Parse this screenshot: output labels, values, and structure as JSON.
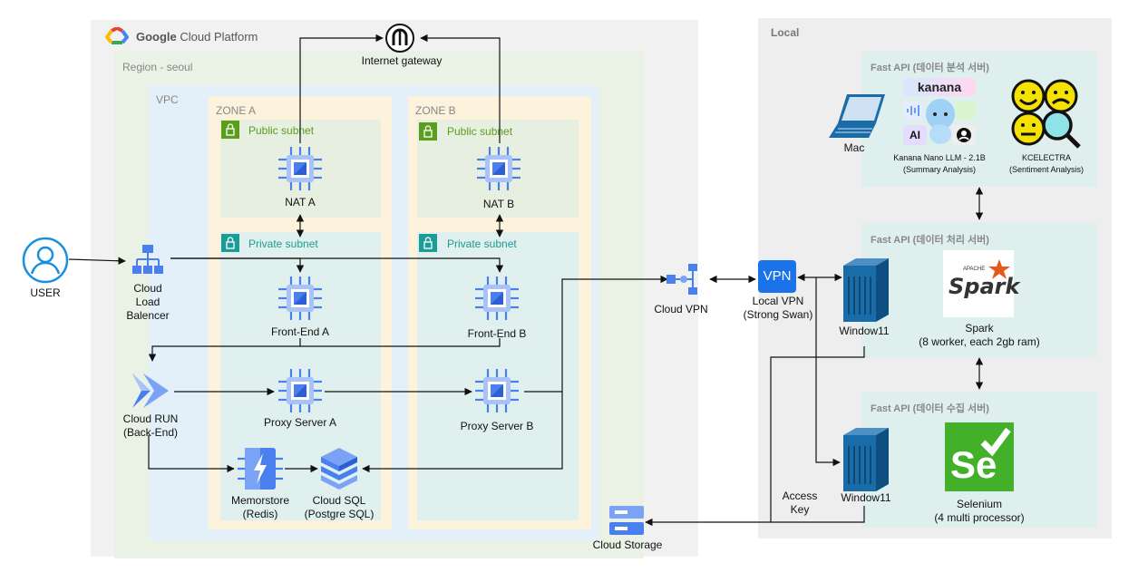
{
  "gcp": {
    "title_google": "Google",
    "title_rest": "Cloud Platform",
    "region": "Region - seoul",
    "vpc": "VPC",
    "zone_a": {
      "title": "ZONE A",
      "public_subnet": "Public subnet",
      "private_subnet": "Private subnet",
      "nat": "NAT A",
      "frontend": "Front-End A",
      "proxy": "Proxy Server A"
    },
    "zone_b": {
      "title": "ZONE B",
      "public_subnet": "Public subnet",
      "private_subnet": "Private subnet",
      "nat": "NAT B",
      "frontend": "Front-End B",
      "proxy": "Proxy Server B"
    },
    "internet_gateway": "Internet gateway",
    "load_balancer": [
      "Cloud",
      "Load",
      "Balencer"
    ],
    "cloud_run": [
      "Cloud RUN",
      "(Back-End)"
    ],
    "memorstore": [
      "Memorstore",
      "(Redis)"
    ],
    "cloud_sql": [
      "Cloud SQL",
      "(Postgre SQL)"
    ],
    "cloud_storage": "Cloud Storage",
    "cloud_vpn": "Cloud VPN"
  },
  "user": "USER",
  "local": {
    "title": "Local",
    "vpn_badge": "VPN",
    "local_vpn": [
      "Local VPN",
      "(Strong Swan)"
    ],
    "access_key": [
      "Access",
      "Key"
    ],
    "window_top": "Window11",
    "window_bottom": "Window11",
    "analysis": {
      "title": "Fast API (데이터 분석 서버)",
      "mac": "Mac",
      "kanana_logo": "kanana",
      "kanana_ai": "AI",
      "kanana_label": [
        "Kanana Nano LLM - 2.1B",
        "(Summary Analysis)"
      ],
      "kcelectra_label": [
        "KCELECTRA",
        "(Sentiment Analysis)"
      ]
    },
    "processing": {
      "title": "Fast API (데이터 처리 서버)",
      "spark_apache": "APACHE",
      "spark_logo": "Spark",
      "spark_label": [
        "Spark",
        "(8 worker, each 2gb ram)"
      ]
    },
    "collection": {
      "title": "Fast API (데이터 수집 서버)",
      "selenium_logo": "Se",
      "selenium_label": [
        "Selenium",
        "(4 multi processor)"
      ]
    }
  },
  "colors": {
    "gcp_bg": "#f1f1f1",
    "region_bg": "#e9f2e4",
    "vpc_bg": "#e3eff9",
    "zone_bg": "#fdf3dc",
    "public_bg": "#e6efe0",
    "private_bg": "#e0f0ef",
    "local_bg": "#eeeeee",
    "server_bg": "#dfefee",
    "gcp_blue": "#4a7ff0",
    "window_blue": "#1a6ca8",
    "public_green": "#5a9e1c",
    "private_teal": "#1b9c94"
  }
}
